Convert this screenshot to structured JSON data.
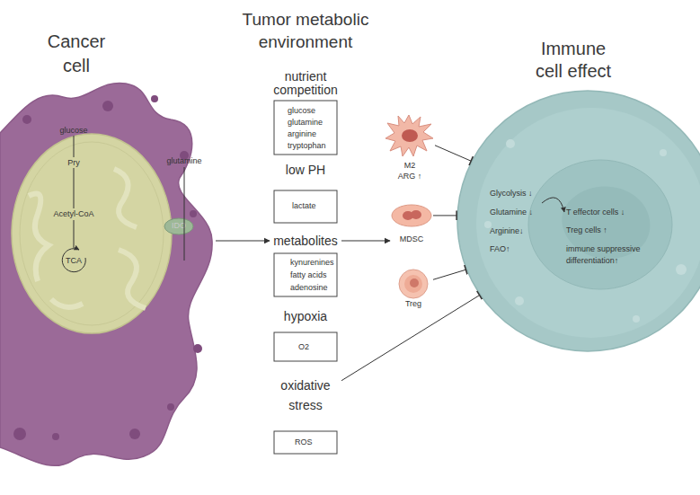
{
  "diagram": {
    "nodes": [
      {
        "text": [
          "Cancer cell",
          "glucose",
          "glutamine"
        ]
      },
      {
        "text": [
          "Pry",
          "Acetyl-CoA",
          "TCA"
        ],
        "in": 0
      },
      {
        "text": [
          "IDO"
        ],
        "in": 0
      },
      {
        "text": [
          "nutrient competition",
          "glucose",
          "glutamine",
          "arginine",
          "tryptophan"
        ]
      },
      {
        "text": [
          "low PH",
          "lactate"
        ]
      },
      {
        "text": [
          "metabolites",
          "kynurenines",
          "fatty acids",
          "adenosine"
        ]
      },
      {
        "text": [
          "hypoxia",
          "O2"
        ]
      },
      {
        "text": [
          "oxidative stress",
          "ROS"
        ]
      },
      {
        "text": [
          "M2",
          "ARG ↑"
        ]
      },
      {
        "text": [
          "MDSC"
        ]
      },
      {
        "text": [
          "Treg"
        ]
      },
      {
        "text": [
          "Immune cell effect",
          "Glycolysis ↓",
          "Glutamine ↓",
          "Arginine↓",
          "FAO↑",
          "T effector cells ↓",
          "Treg cells ↑",
          "immune suppressive differentiation↑"
        ]
      }
    ],
    "edges": [
      {
        "from": 0,
        "to": 5,
        "arrow": "to"
      },
      {
        "from": 5,
        "to": 9,
        "arrow": "to"
      },
      {
        "from": 8,
        "to": 11,
        "arrow": "to"
      },
      {
        "from": 9,
        "to": 11,
        "arrow": "to"
      },
      {
        "from": 10,
        "to": 11,
        "arrow": "to"
      },
      {
        "from": 7,
        "to": 11,
        "arrow": "to"
      }
    ],
    "labels": [
      "Tumor metabolic environment"
    ]
  }
}
